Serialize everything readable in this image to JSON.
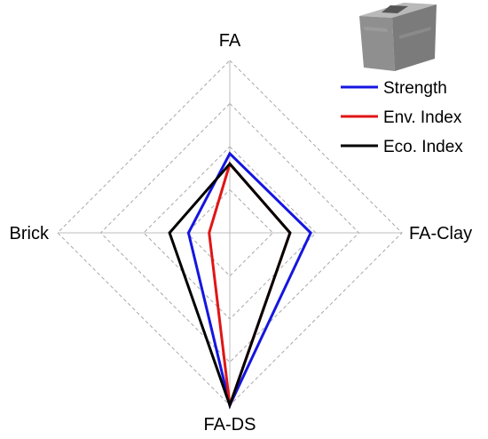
{
  "chart_data": {
    "type": "radar",
    "axes": [
      "FA",
      "FA-Clay",
      "FA-DS",
      "Brick"
    ],
    "rlim": [
      0,
      1
    ],
    "grid_levels": [
      0.25,
      0.5,
      0.75,
      1.0
    ],
    "grid": true,
    "legend_position": "top-right",
    "series": [
      {
        "name": "Strength",
        "color": "#1515e0",
        "values": [
          0.46,
          0.47,
          1.0,
          0.24
        ]
      },
      {
        "name": "Env. Index",
        "color": "#e01515",
        "values": [
          0.4,
          0.35,
          1.0,
          0.12
        ]
      },
      {
        "name": "Eco. Index",
        "color": "#000000",
        "values": [
          0.4,
          0.35,
          1.0,
          0.35
        ]
      }
    ]
  },
  "legend": {
    "image_icon": "brick-block-image"
  }
}
